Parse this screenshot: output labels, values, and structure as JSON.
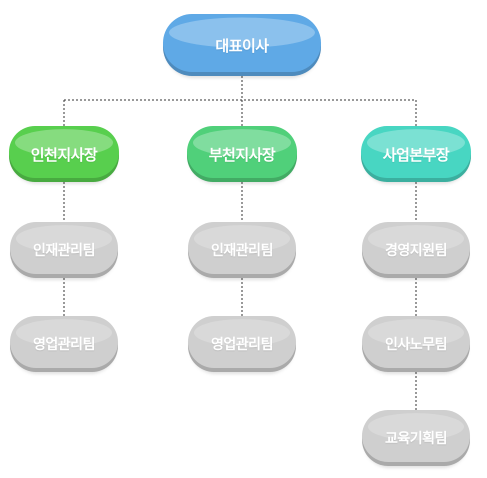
{
  "org_chart": {
    "ceo": {
      "label": "대표이사",
      "color": "#5fa9e6"
    },
    "branches": [
      {
        "label": "인천지사장",
        "color": "#58cf4e",
        "teams": [
          "인재관리팀",
          "영업관리팀"
        ]
      },
      {
        "label": "부천지사장",
        "color": "#50d07a",
        "teams": [
          "인재관리팀",
          "영업관리팀"
        ]
      },
      {
        "label": "사업본부장",
        "color": "#48d6c2",
        "teams": [
          "경영지원팀",
          "인사노무팀",
          "교육기획팀"
        ]
      }
    ],
    "team_color": "#cfcfcf",
    "line_color": "#333333"
  }
}
